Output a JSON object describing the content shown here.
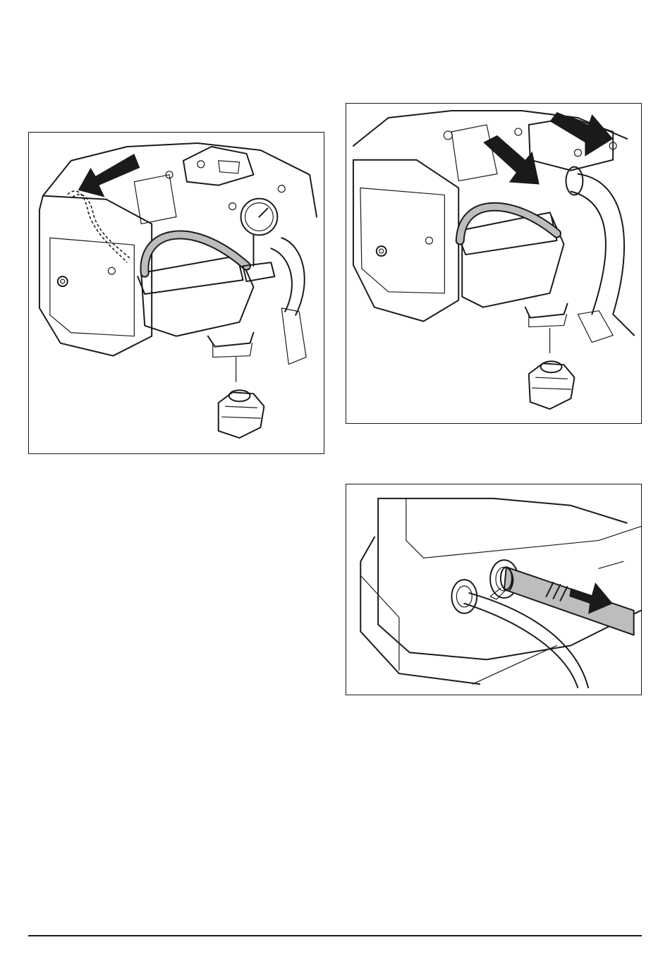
{
  "figures": [
    {
      "id": "fig-fuel-system-pressure-gauge",
      "arrows": 1
    },
    {
      "id": "fig-fuel-tank-hose-removal",
      "arrows": 2
    },
    {
      "id": "fig-hose-pull-from-tank",
      "arrows": 1
    }
  ],
  "colors": {
    "line": "#1a1a1a",
    "hose_fill": "#bdbdbd",
    "background": "#ffffff"
  }
}
